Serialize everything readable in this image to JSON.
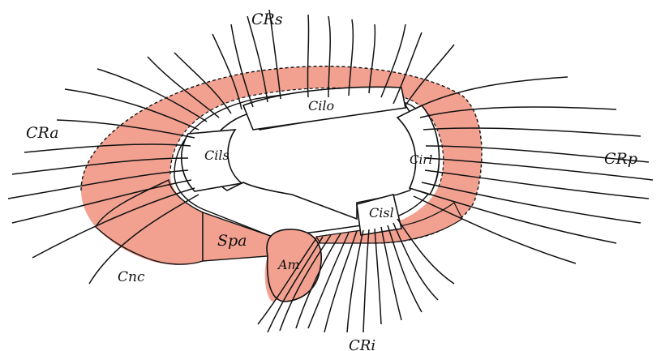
{
  "colors": {
    "band_fill": "#f2a190",
    "band_fill_dark": "#ec8c79",
    "line": "#111111",
    "background": "#ffffff"
  },
  "labels": {
    "crs": "CRs",
    "cra": "CRa",
    "crp": "CRp",
    "cri": "CRi",
    "cilo": "Cilo",
    "cils": "Cils",
    "cirl": "Cirl",
    "cisl": "Cisl",
    "spa": "Spa",
    "am": "Am",
    "cnc": "Cnc"
  }
}
